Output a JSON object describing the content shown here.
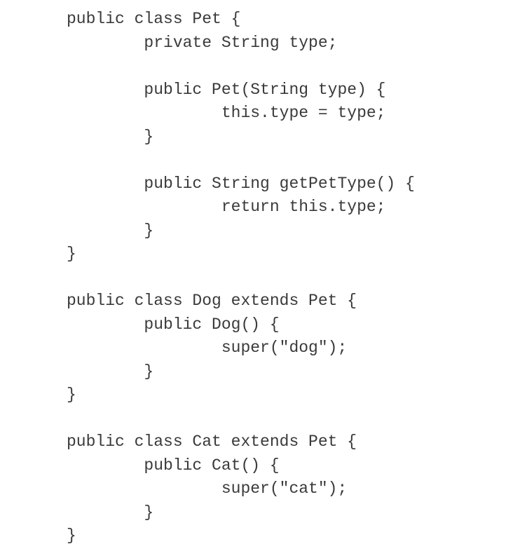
{
  "code": {
    "lines": [
      "public class Pet {",
      "        private String type;",
      "",
      "        public Pet(String type) {",
      "                this.type = type;",
      "        }",
      "",
      "        public String getPetType() {",
      "                return this.type;",
      "        }",
      "}",
      "",
      "public class Dog extends Pet {",
      "        public Dog() {",
      "                super(\"dog\");",
      "        }",
      "}",
      "",
      "public class Cat extends Pet {",
      "        public Cat() {",
      "                super(\"cat\");",
      "        }",
      "}"
    ]
  }
}
